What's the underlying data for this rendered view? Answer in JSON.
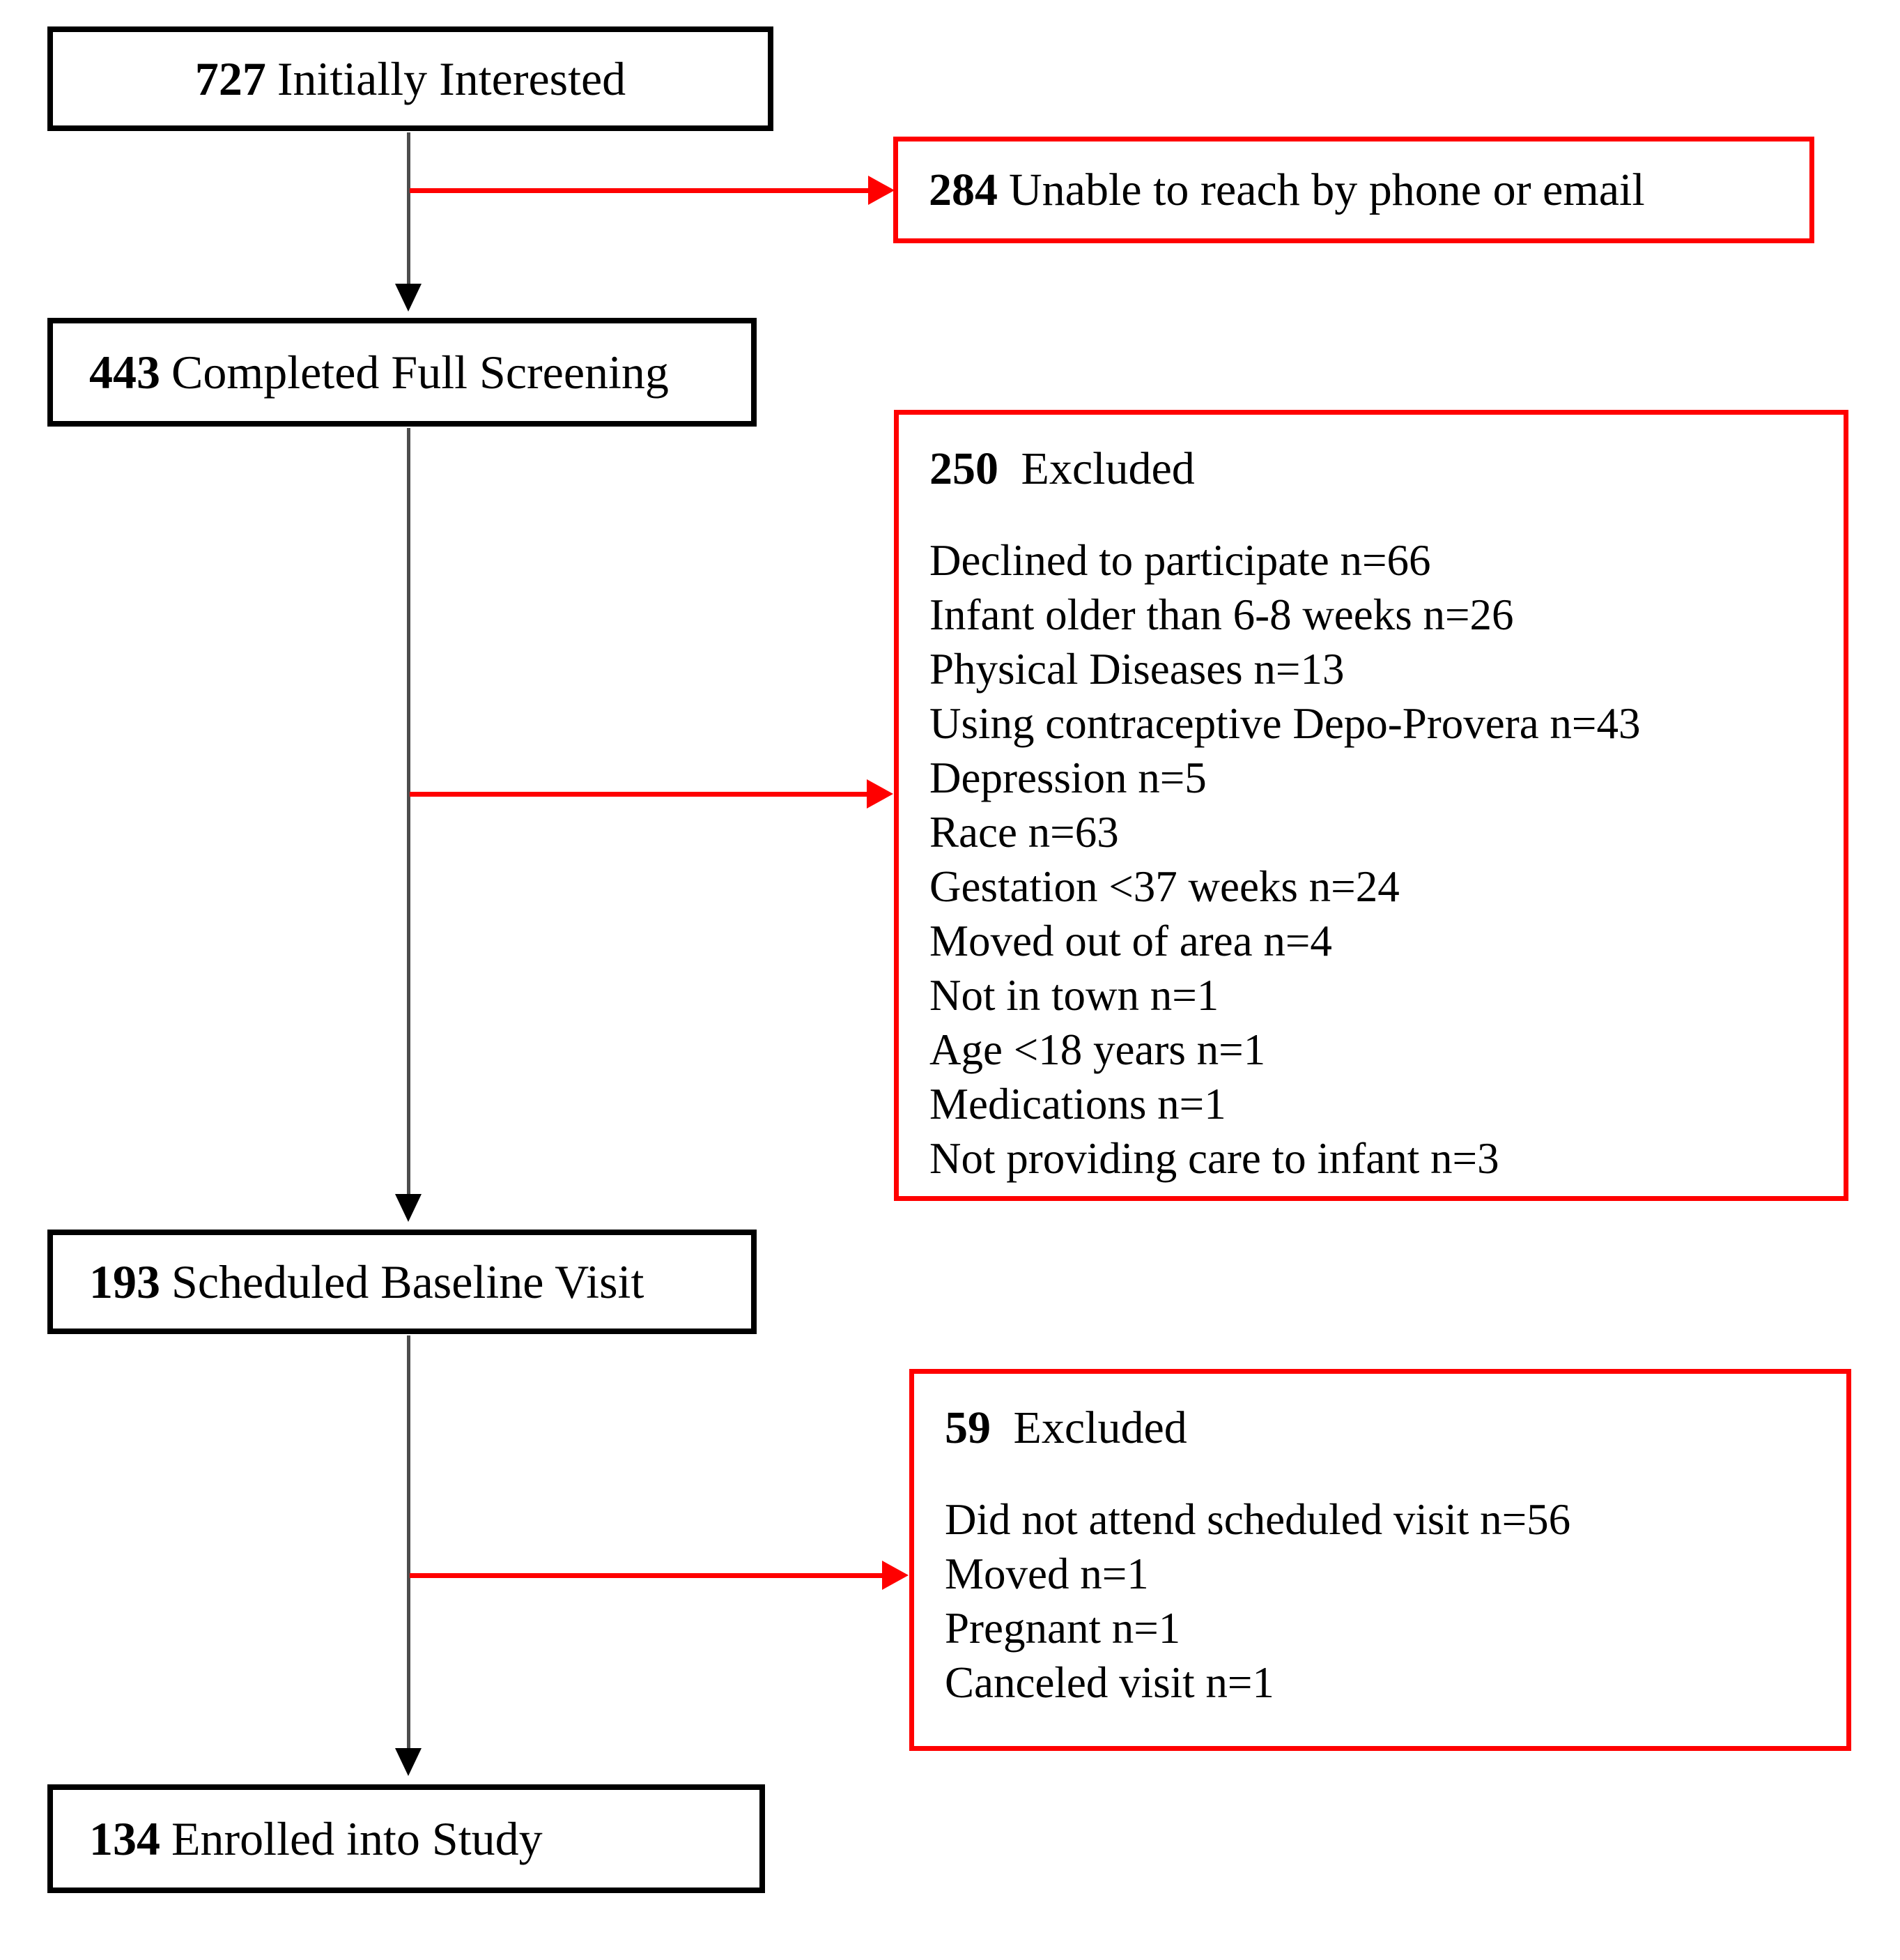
{
  "palette": {
    "exclusion_red": "#ff0000",
    "box_border_black": "#000000",
    "connector_gray": "#4d4d4d",
    "background": "#ffffff"
  },
  "flow_boxes": [
    {
      "number": "727",
      "label": "Initially Interested"
    },
    {
      "number": "443",
      "label": "Completed Full Screening"
    },
    {
      "number": "193",
      "label": "Scheduled Baseline Visit"
    },
    {
      "number": "134",
      "label": "Enrolled into Study"
    }
  ],
  "exclusion_boxes": [
    {
      "number": "284",
      "label": "Unable to reach by phone or email",
      "items": []
    },
    {
      "number": "250",
      "label": "Excluded",
      "items": [
        "Declined to participate n=66",
        "Infant older than 6-8 weeks n=26",
        "Physical Diseases n=13",
        "Using contraceptive Depo-Provera n=43",
        "Depression n=5",
        "Race n=63",
        "Gestation <37 weeks n=24",
        "Moved out of area n=4",
        "Not in town n=1",
        "Age <18 years n=1",
        "Medications n=1",
        "Not providing care to infant n=3"
      ]
    },
    {
      "number": "59",
      "label": "Excluded",
      "items": [
        "Did not attend scheduled visit n=56",
        "Moved n=1",
        "Pregnant n=1",
        "Canceled visit n=1"
      ]
    }
  ]
}
